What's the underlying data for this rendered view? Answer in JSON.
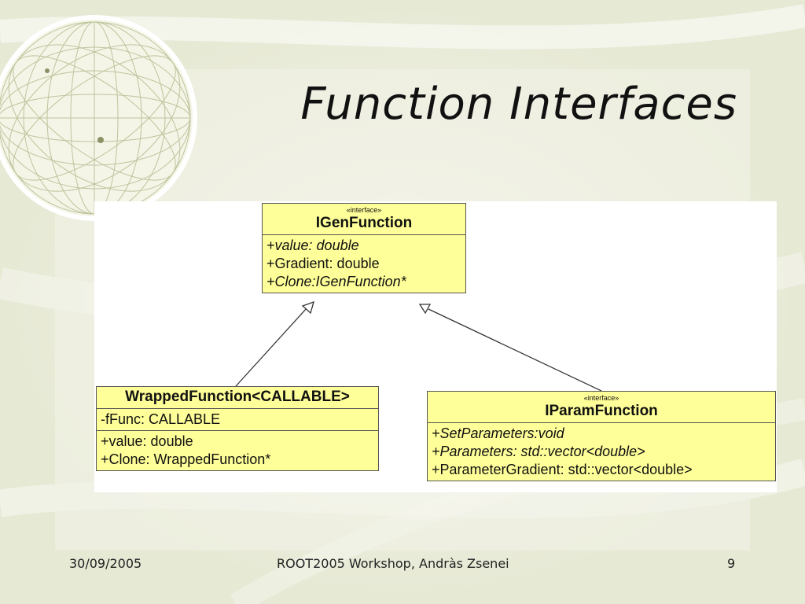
{
  "slide": {
    "title": "Function Interfaces"
  },
  "diagram": {
    "classes": {
      "igen": {
        "stereotype": "«interface»",
        "name": "IGenFunction",
        "members": [
          {
            "text": "+value: double",
            "italic": true
          },
          {
            "text": "+Gradient: double",
            "italic": false
          },
          {
            "text": "+Clone:IGenFunction*",
            "italic": true
          }
        ]
      },
      "wrapped": {
        "name": "WrappedFunction<CALLABLE>",
        "attributes": [
          {
            "text": "-fFunc: CALLABLE",
            "italic": false
          }
        ],
        "methods": [
          {
            "text": "+value: double",
            "italic": false
          },
          {
            "text": "+Clone: WrappedFunction*",
            "italic": false
          }
        ]
      },
      "iparam": {
        "stereotype": "«interface»",
        "name": "IParamFunction",
        "members": [
          {
            "text": "+SetParameters:void",
            "italic": true
          },
          {
            "text": "+Parameters: std::vector<double>",
            "italic": true
          },
          {
            "text": "+ParameterGradient: std::vector<double>",
            "italic": false
          }
        ]
      }
    },
    "relations": [
      {
        "from": "wrapped",
        "to": "igen",
        "type": "generalization"
      },
      {
        "from": "iparam",
        "to": "igen",
        "type": "generalization"
      }
    ]
  },
  "footer": {
    "date": "30/09/2005",
    "event": "ROOT2005 Workshop, Andràs Zsenei",
    "page": "9"
  },
  "colors": {
    "class_fill": "#ffff99",
    "background": "#eef0e2"
  }
}
